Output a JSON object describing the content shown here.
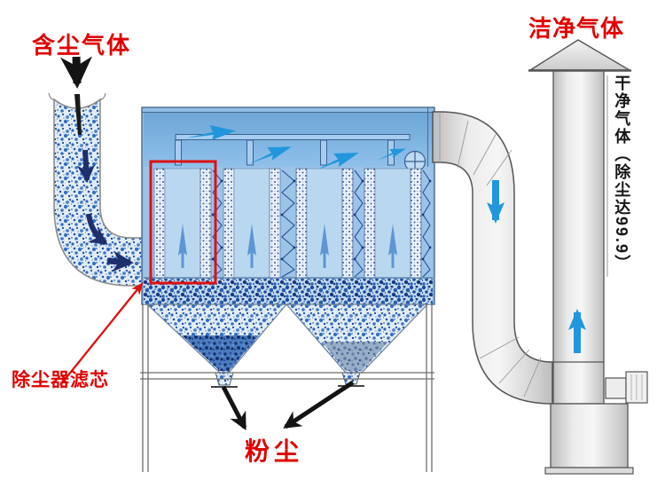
{
  "diagram": {
    "inlet_label": "含尘气体",
    "outlet_label": "洁净气体",
    "outlet_note_vertical": "干净气体（除尘达99.9）",
    "filter_callout": "除尘器滤芯",
    "dust_label": "粉尘"
  },
  "colors": {
    "label_red": "#e10000",
    "callout_red": "#dd1111",
    "flow_blue": "#2196dd",
    "pipe_arrow_navy": "#1e2f6e",
    "black_arrow": "#141414",
    "housing_blue": "#8fbde6",
    "panel_blue": "#b9d8f0",
    "duct_gray": "#e5e5e5"
  },
  "icons": {
    "inlet_down_arrow": "↓",
    "pipe_flow_arrows": "↘",
    "clean_air_down_arrow": "↓",
    "stack_up_arrow": "↑",
    "cell_up_arrow": "↑",
    "discharge_arrows": "↘↙"
  }
}
